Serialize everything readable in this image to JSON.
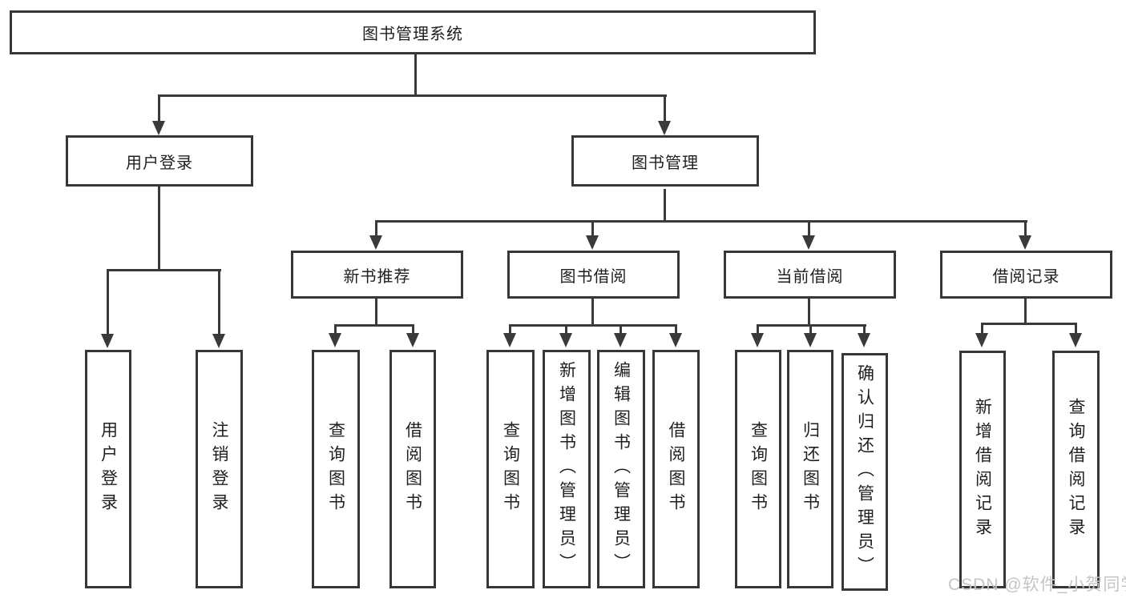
{
  "diagram": {
    "root": {
      "label": "图书管理系统"
    },
    "level2": [
      {
        "label": "用户登录"
      },
      {
        "label": "图书管理"
      }
    ],
    "level3": [
      {
        "label": "新书推荐"
      },
      {
        "label": "图书借阅"
      },
      {
        "label": "当前借阅"
      },
      {
        "label": "借阅记录"
      }
    ],
    "leaves": {
      "login": [
        "用户登录",
        "注销登录"
      ],
      "newbook": [
        "查询图书",
        "借阅图书"
      ],
      "borrow": [
        "查询图书",
        "新增图书（管理员）",
        "编辑图书（管理员）",
        "借阅图书"
      ],
      "current": [
        "查询图书",
        "归还图书",
        "确认归还（管理员）"
      ],
      "records": [
        "新增借阅记录",
        "查询借阅记录"
      ]
    }
  },
  "watermark": "CSDN @软件_小贺同学",
  "colors": {
    "line": "#3a3a3a",
    "border": "#373737",
    "text": "#1f1f1f",
    "watermark": "#c4c4c9",
    "background": "#ffffff"
  }
}
